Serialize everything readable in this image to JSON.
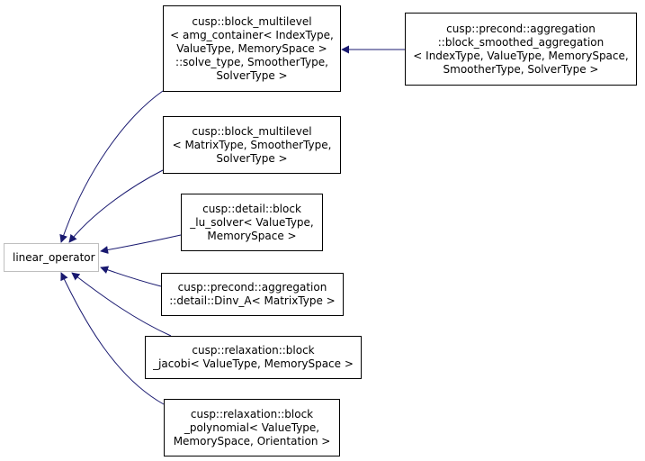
{
  "diagram": {
    "edge_color": "#191970",
    "root": {
      "id": "linear_operator",
      "lines": [
        "linear_operator"
      ]
    },
    "nodes": [
      {
        "id": "block_multilevel_amg",
        "lines": [
          "cusp::block_multilevel",
          "< amg_container< IndexType,",
          "ValueType, MemorySpace >",
          "::solve_type, SmootherType,",
          "SolverType >"
        ]
      },
      {
        "id": "block_smoothed_aggregation",
        "lines": [
          "cusp::precond::aggregation",
          "::block_smoothed_aggregation",
          "< IndexType, ValueType, MemorySpace,",
          "SmootherType, SolverType >"
        ]
      },
      {
        "id": "block_multilevel_matrix",
        "lines": [
          "cusp::block_multilevel",
          "< MatrixType, SmootherType,",
          "SolverType >"
        ]
      },
      {
        "id": "block_lu_solver",
        "lines": [
          "cusp::detail::block",
          "_lu_solver< ValueType,",
          "MemorySpace >"
        ]
      },
      {
        "id": "dinv_a",
        "lines": [
          "cusp::precond::aggregation",
          "::detail::Dinv_A< MatrixType >"
        ]
      },
      {
        "id": "block_jacobi",
        "lines": [
          "cusp::relaxation::block",
          "_jacobi< ValueType, MemorySpace >"
        ]
      },
      {
        "id": "block_polynomial",
        "lines": [
          "cusp::relaxation::block",
          "_polynomial< ValueType,",
          "MemorySpace, Orientation >"
        ]
      }
    ],
    "edges": [
      {
        "from": "block_multilevel_amg",
        "to": "linear_operator"
      },
      {
        "from": "block_multilevel_matrix",
        "to": "linear_operator"
      },
      {
        "from": "block_lu_solver",
        "to": "linear_operator"
      },
      {
        "from": "dinv_a",
        "to": "linear_operator"
      },
      {
        "from": "block_jacobi",
        "to": "linear_operator"
      },
      {
        "from": "block_polynomial",
        "to": "linear_operator"
      },
      {
        "from": "block_smoothed_aggregation",
        "to": "block_multilevel_amg"
      }
    ]
  }
}
